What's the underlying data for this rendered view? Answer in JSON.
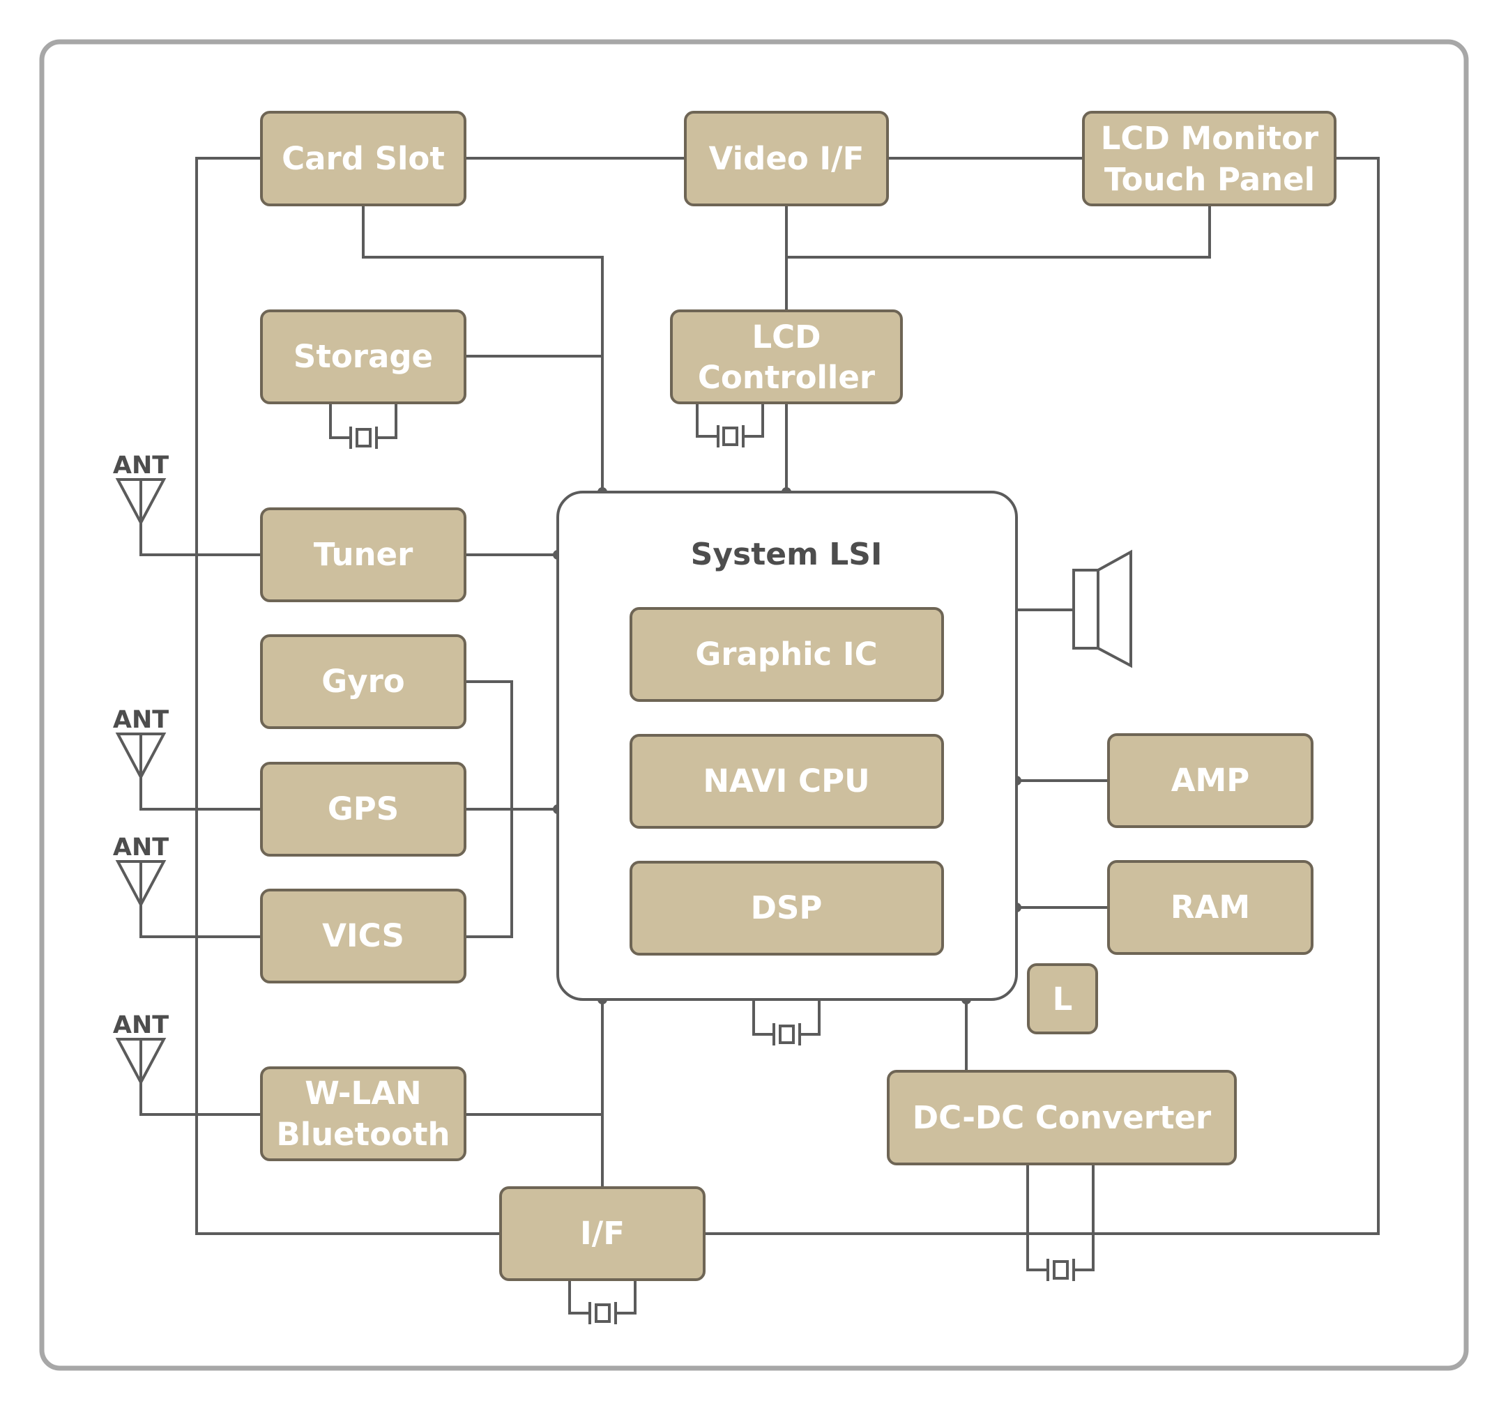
{
  "diagram": {
    "blocks": {
      "card_slot": [
        "Card Slot"
      ],
      "video_if": [
        "Video I/F"
      ],
      "lcd_monitor": [
        "LCD Monitor",
        "Touch Panel"
      ],
      "storage": [
        "Storage"
      ],
      "lcd_controller": [
        "LCD",
        "Controller"
      ],
      "tuner": [
        "Tuner"
      ],
      "gyro": [
        "Gyro"
      ],
      "gps": [
        "GPS"
      ],
      "vics": [
        "VICS"
      ],
      "wlan": [
        "W-LAN",
        "Bluetooth"
      ],
      "if_block": [
        "I/F"
      ],
      "dcdc": [
        "DC-DC Converter"
      ],
      "amp": [
        "AMP"
      ],
      "ram": [
        "RAM"
      ],
      "inductor": [
        "L"
      ],
      "graphic_ic": [
        "Graphic IC"
      ],
      "navi_cpu": [
        "NAVI CPU"
      ],
      "dsp": [
        "DSP"
      ]
    },
    "system_lsi_title": "System LSI",
    "antenna_label": "ANT"
  }
}
